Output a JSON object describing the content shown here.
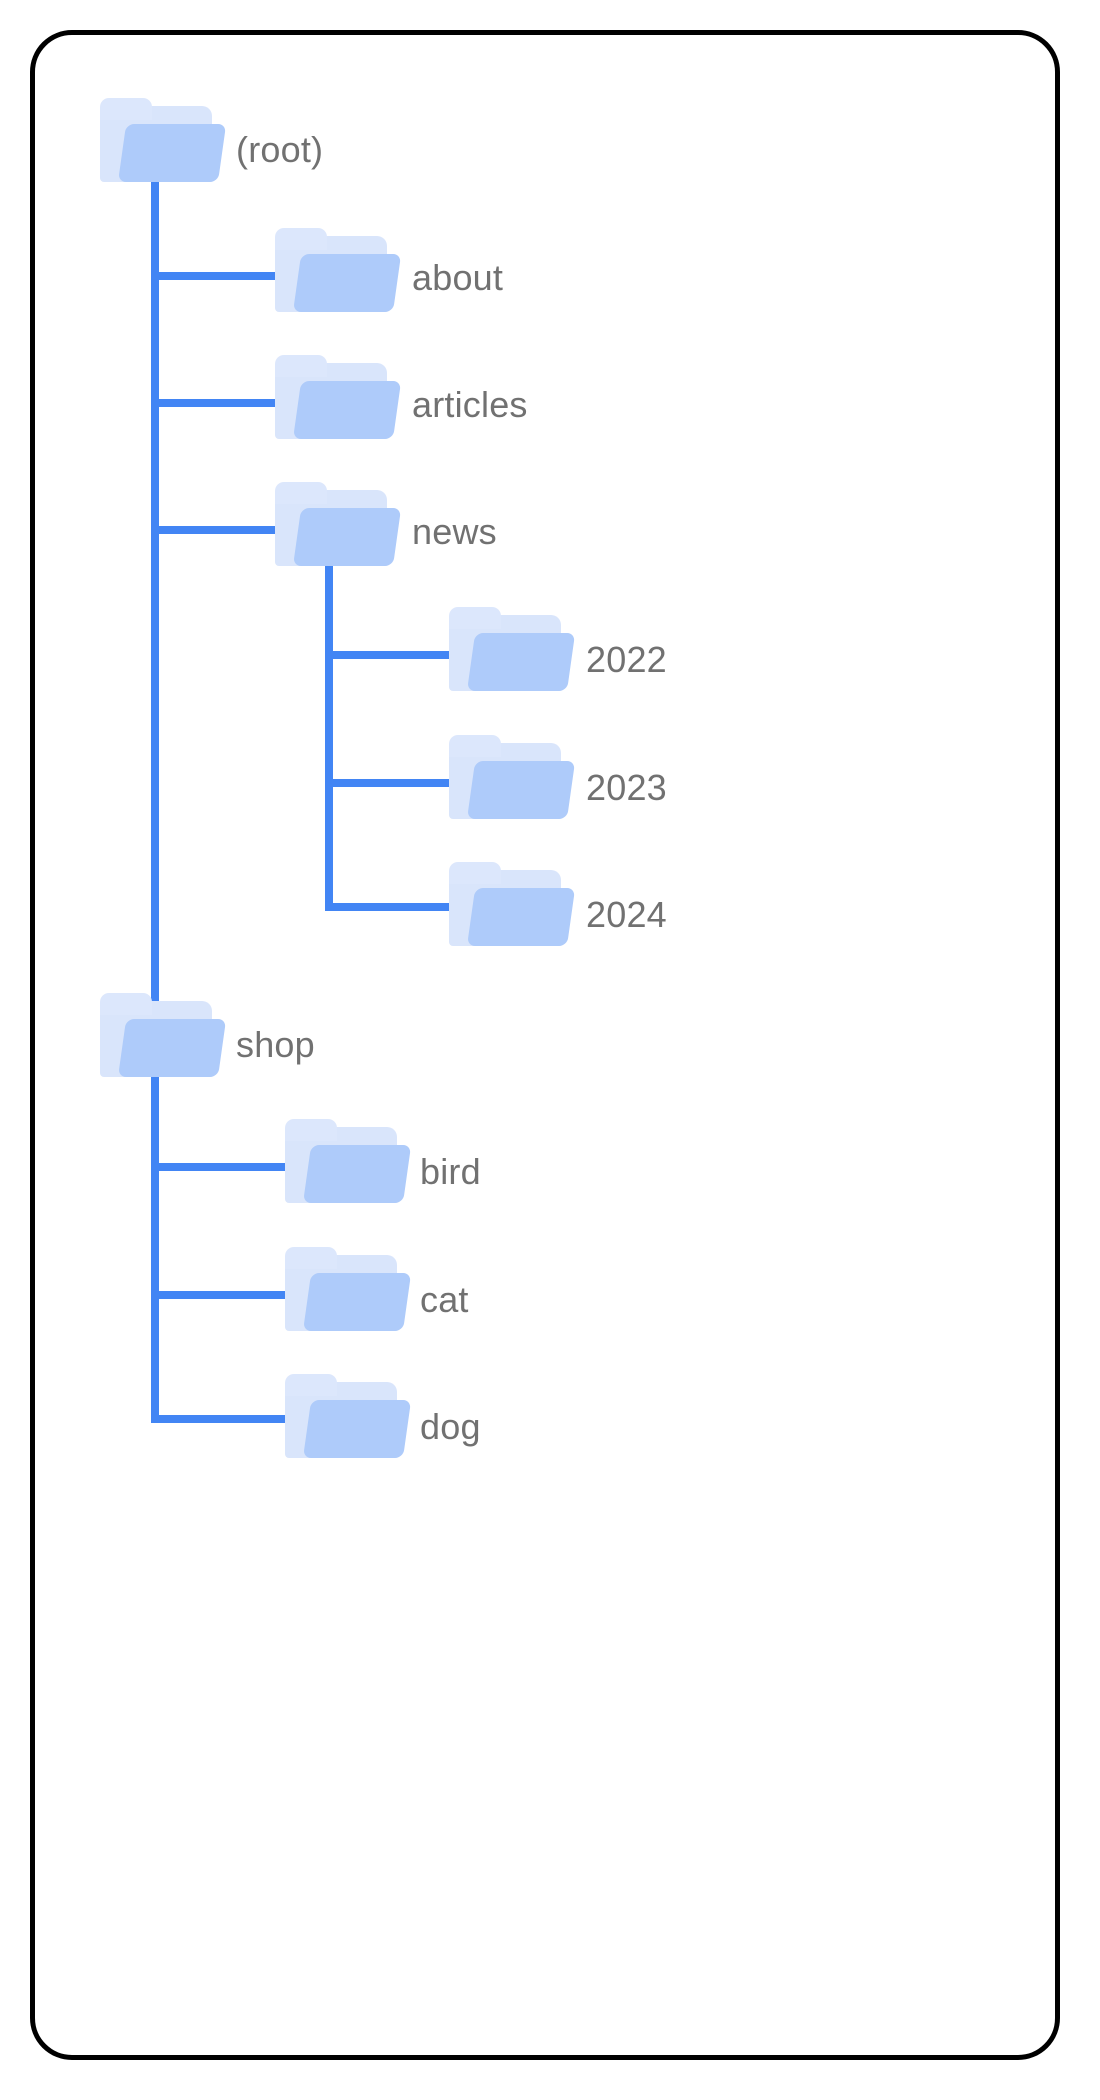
{
  "diagram": {
    "kind": "folder-tree",
    "title": "",
    "colors": {
      "card_border": "#000000",
      "card_background": "#ffffff",
      "connector": "#4285f4",
      "folder_front": "#aecbfa",
      "folder_back": "#d9e5fb",
      "folder_tab": "#dce7fc",
      "label_text": "#717171"
    },
    "nodes": [
      {
        "id": "root",
        "label": "(root)",
        "depth": 0,
        "parent": null,
        "icon": "folder-icon",
        "last_child": false
      },
      {
        "id": "about",
        "label": "about",
        "depth": 1,
        "parent": "root",
        "icon": "folder-icon",
        "last_child": false
      },
      {
        "id": "articles",
        "label": "articles",
        "depth": 1,
        "parent": "root",
        "icon": "folder-icon",
        "last_child": false
      },
      {
        "id": "news",
        "label": "news",
        "depth": 1,
        "parent": "root",
        "icon": "folder-icon",
        "last_child": false
      },
      {
        "id": "y2022",
        "label": "2022",
        "depth": 2,
        "parent": "news",
        "icon": "folder-icon",
        "last_child": false
      },
      {
        "id": "y2023",
        "label": "2023",
        "depth": 2,
        "parent": "news",
        "icon": "folder-icon",
        "last_child": false
      },
      {
        "id": "y2024",
        "label": "2024",
        "depth": 2,
        "parent": "news",
        "icon": "folder-icon",
        "last_child": true
      },
      {
        "id": "shop",
        "label": "shop",
        "depth": 1,
        "parent": "root",
        "icon": "folder-icon",
        "last_child": true
      },
      {
        "id": "bird",
        "label": "bird",
        "depth": 2,
        "parent": "shop",
        "icon": "folder-icon",
        "last_child": false
      },
      {
        "id": "cat",
        "label": "cat",
        "depth": 2,
        "parent": "shop",
        "icon": "folder-icon",
        "last_child": false
      },
      {
        "id": "dog",
        "label": "dog",
        "depth": 2,
        "parent": "shop",
        "icon": "folder-icon",
        "last_child": true
      }
    ]
  }
}
